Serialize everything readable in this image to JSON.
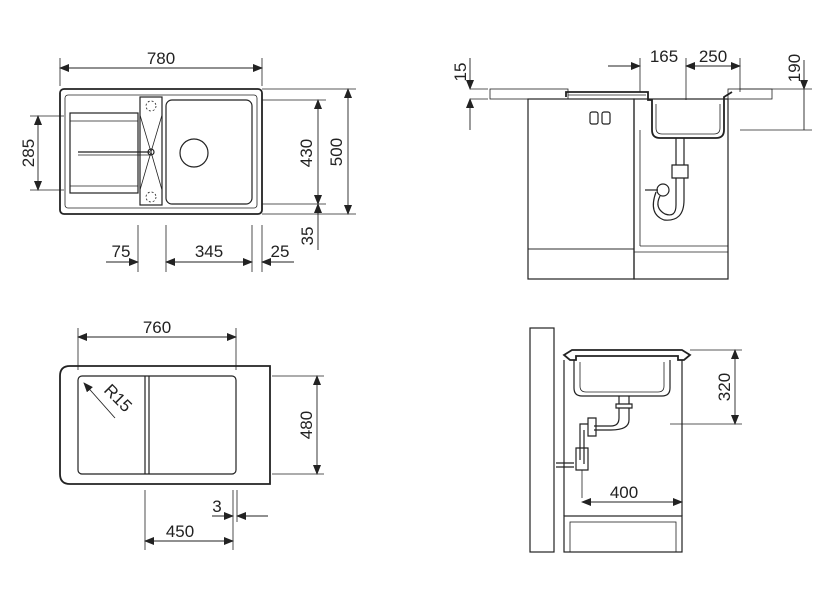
{
  "top_view": {
    "width": "780",
    "left_inset": "285",
    "bowl_height": "430",
    "height": "500",
    "bottom_inset": "35",
    "seg_left": "75",
    "bowl_width": "345",
    "seg_right": "25"
  },
  "side_view": {
    "thickness": "15",
    "offset": "165",
    "bowl_len": "250",
    "depth": "190"
  },
  "cutout_view": {
    "width": "760",
    "radius": "R15",
    "height": "480",
    "gap": "3",
    "offset": "450"
  },
  "wall_view": {
    "height": "320",
    "distance": "400"
  },
  "colors": {
    "line": "#222222",
    "background": "#ffffff"
  }
}
